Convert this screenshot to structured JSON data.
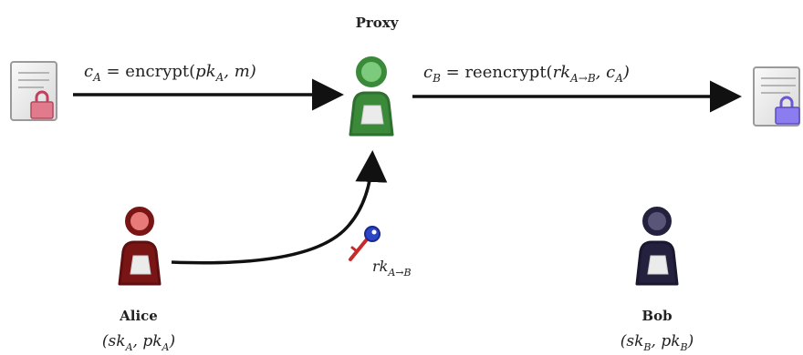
{
  "proxy": {
    "label": "Proxy",
    "color": "#3a8a3a",
    "color_light": "#7ccb7c"
  },
  "alice": {
    "label": "Alice",
    "keys": "(sk",
    "color": "#7a1515",
    "color_light": "#e87a7a"
  },
  "bob": {
    "label": "Bob",
    "color": "#24213f",
    "color_light": "#5a5478"
  },
  "edges": {
    "encrypt": {
      "c": "c",
      "sub_a": "A",
      "eq": " = encrypt(",
      "pk": "pk",
      "sub_a2": "A",
      "rest": ", m)"
    },
    "reencrypt": {
      "c": "c",
      "sub_b": "B",
      "eq": " = reencrypt(",
      "rk": "rk",
      "sub_ab": "A→B",
      "mid": ", c",
      "sub_a": "A",
      "close": ")"
    },
    "rekey": {
      "rk": "rk",
      "sub": "A→B"
    }
  },
  "alice_keys": {
    "open": "(sk",
    "s1": "A",
    "mid": ", pk",
    "s2": "A",
    "close": ")"
  },
  "bob_keys": {
    "open": "(sk",
    "s1": "B",
    "mid": ", pk",
    "s2": "B",
    "close": ")"
  },
  "icons": {
    "left_doc": "locked-document-red-icon",
    "right_doc": "locked-document-blue-icon",
    "key": "key-icon"
  }
}
